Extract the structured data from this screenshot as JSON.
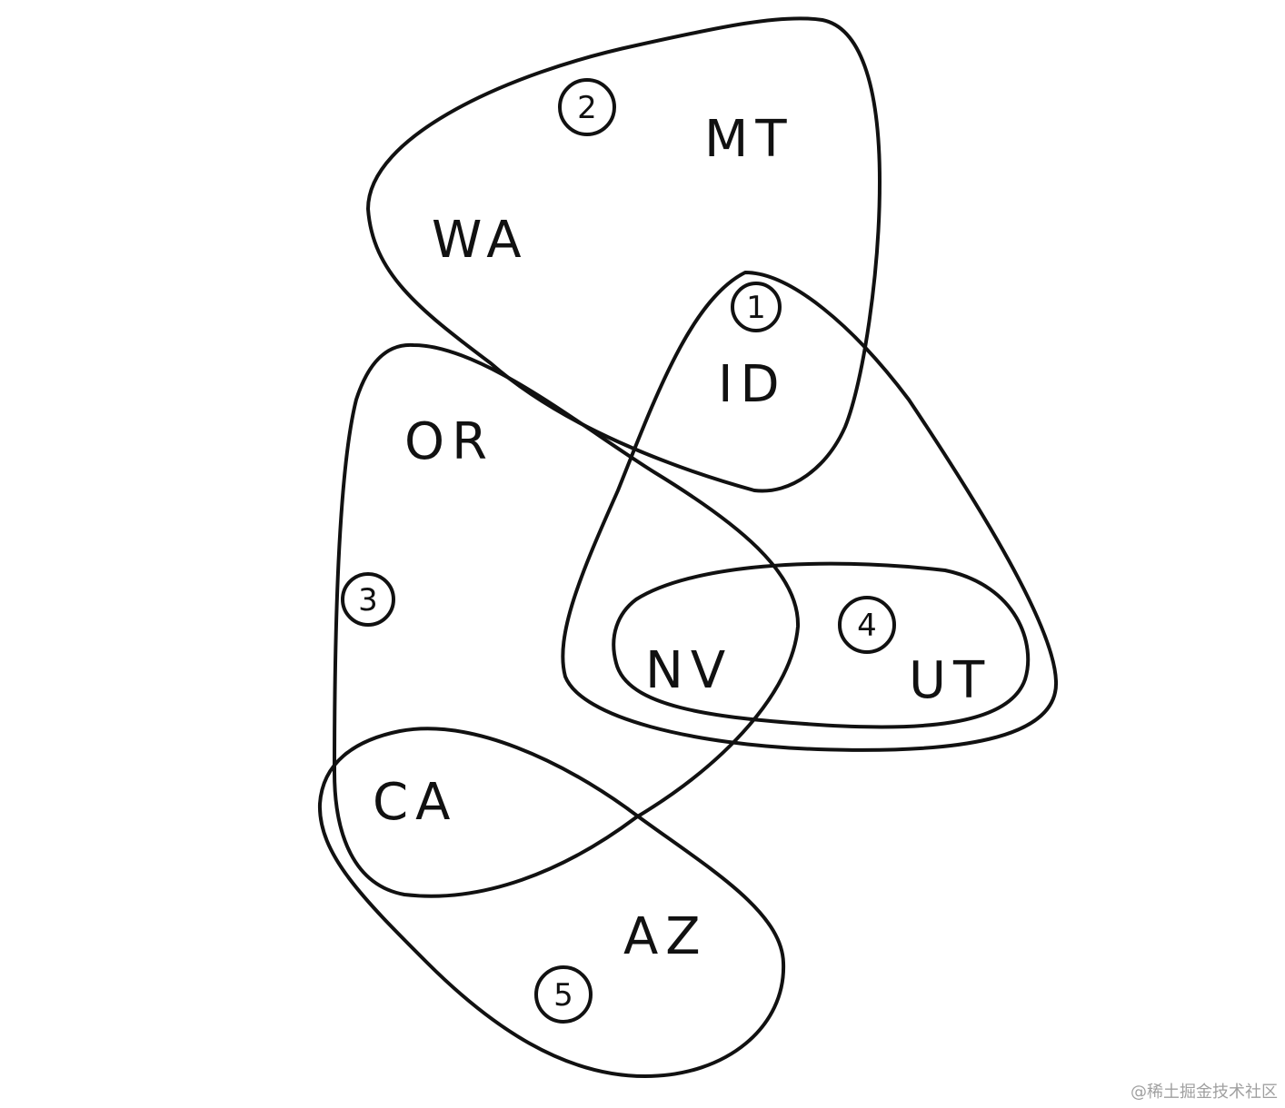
{
  "states": {
    "wa": "WA",
    "mt": "MT",
    "id": "ID",
    "or": "OR",
    "nv": "NV",
    "ut": "UT",
    "ca": "CA",
    "az": "AZ"
  },
  "markers": {
    "m1": "1",
    "m2": "2",
    "m3": "3",
    "m4": "4",
    "m5": "5"
  },
  "watermark": "@稀土掘金技术社区"
}
